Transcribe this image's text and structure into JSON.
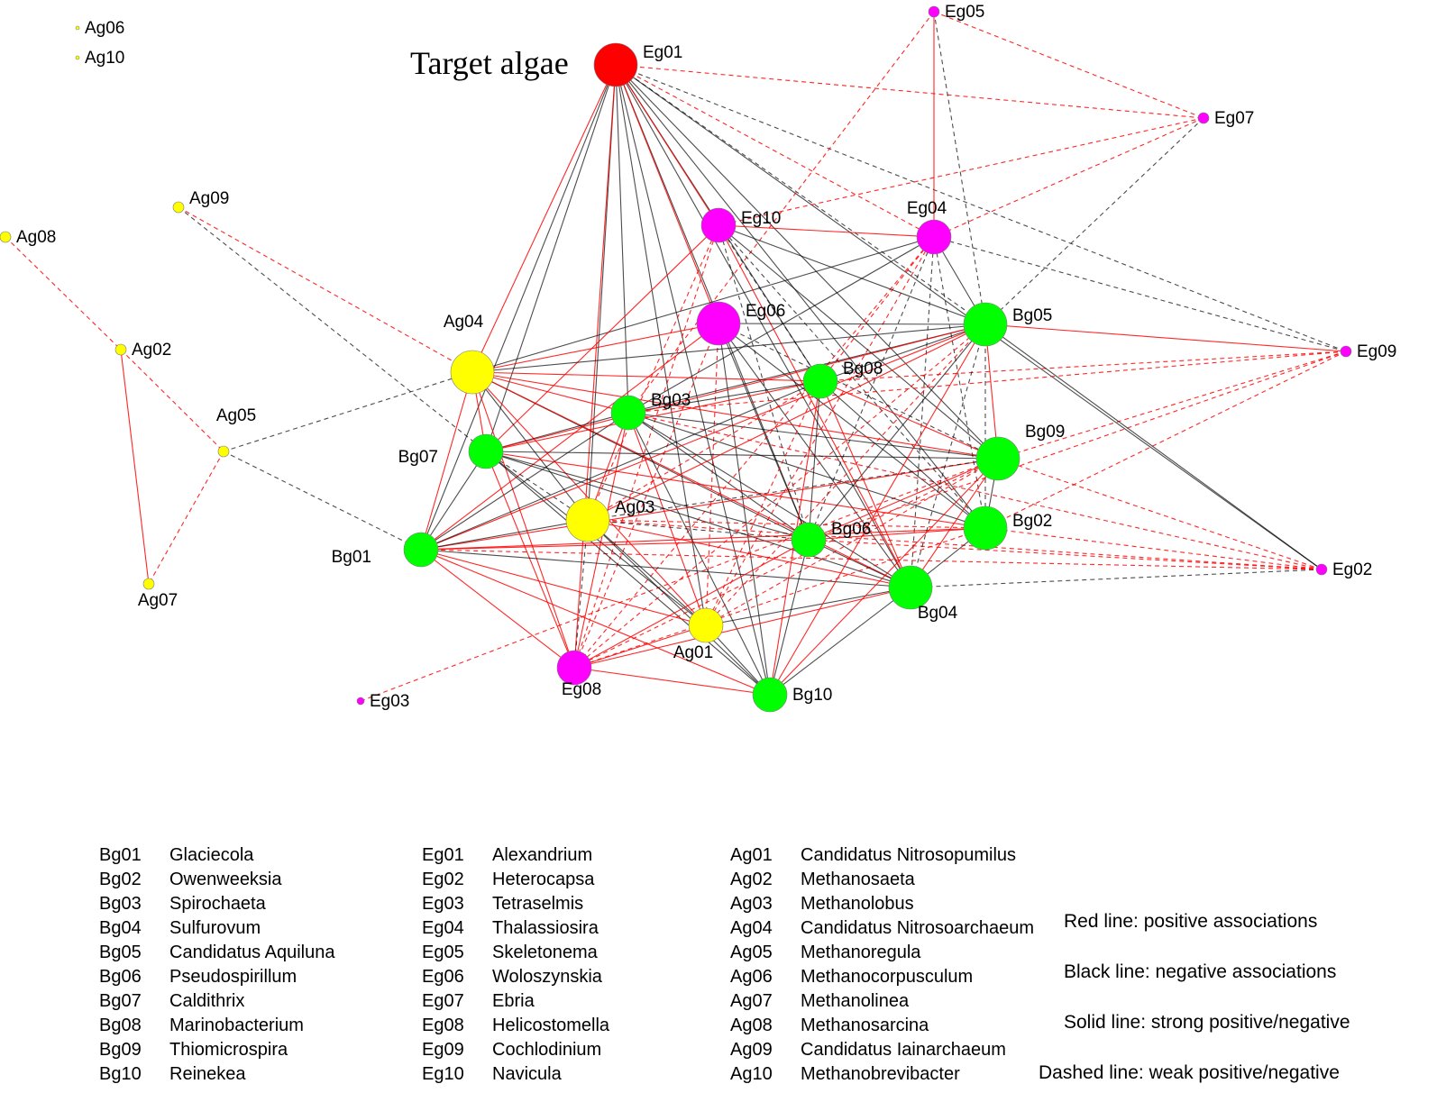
{
  "title_label": "Target algae",
  "colors": {
    "target": "#ff0000",
    "eukaryote": "#ff00ff",
    "bacteria": "#00ff00",
    "archaea": "#ffff00",
    "positive": "#ff0000",
    "negative": "#000000"
  },
  "nodes": [
    {
      "id": "Eg01",
      "group": "target",
      "size": "large"
    },
    {
      "id": "Eg02",
      "group": "eukaryote",
      "size": "small"
    },
    {
      "id": "Eg03",
      "group": "eukaryote",
      "size": "tiny"
    },
    {
      "id": "Eg04",
      "group": "eukaryote",
      "size": "medium"
    },
    {
      "id": "Eg05",
      "group": "eukaryote",
      "size": "small"
    },
    {
      "id": "Eg06",
      "group": "eukaryote",
      "size": "large"
    },
    {
      "id": "Eg07",
      "group": "eukaryote",
      "size": "small"
    },
    {
      "id": "Eg08",
      "group": "eukaryote",
      "size": "medium"
    },
    {
      "id": "Eg09",
      "group": "eukaryote",
      "size": "small"
    },
    {
      "id": "Eg10",
      "group": "eukaryote",
      "size": "medium"
    },
    {
      "id": "Bg01",
      "group": "bacteria",
      "size": "medium"
    },
    {
      "id": "Bg02",
      "group": "bacteria",
      "size": "large"
    },
    {
      "id": "Bg03",
      "group": "bacteria",
      "size": "medium"
    },
    {
      "id": "Bg04",
      "group": "bacteria",
      "size": "large"
    },
    {
      "id": "Bg05",
      "group": "bacteria",
      "size": "large"
    },
    {
      "id": "Bg06",
      "group": "bacteria",
      "size": "medium"
    },
    {
      "id": "Bg07",
      "group": "bacteria",
      "size": "medium"
    },
    {
      "id": "Bg08",
      "group": "bacteria",
      "size": "medium"
    },
    {
      "id": "Bg09",
      "group": "bacteria",
      "size": "large"
    },
    {
      "id": "Bg10",
      "group": "bacteria",
      "size": "medium"
    },
    {
      "id": "Ag01",
      "group": "archaea",
      "size": "medium"
    },
    {
      "id": "Ag02",
      "group": "archaea",
      "size": "small"
    },
    {
      "id": "Ag03",
      "group": "archaea",
      "size": "large"
    },
    {
      "id": "Ag04",
      "group": "archaea",
      "size": "large"
    },
    {
      "id": "Ag05",
      "group": "archaea",
      "size": "small"
    },
    {
      "id": "Ag06",
      "group": "archaea",
      "size": "dot"
    },
    {
      "id": "Ag07",
      "group": "archaea",
      "size": "small"
    },
    {
      "id": "Ag08",
      "group": "archaea",
      "size": "small"
    },
    {
      "id": "Ag09",
      "group": "archaea",
      "size": "small"
    },
    {
      "id": "Ag10",
      "group": "archaea",
      "size": "dot"
    }
  ],
  "edges": [
    [
      "Eg01",
      "Bg01",
      "neg",
      "solid"
    ],
    [
      "Eg01",
      "Bg03",
      "neg",
      "solid"
    ],
    [
      "Eg01",
      "Bg07",
      "neg",
      "solid"
    ],
    [
      "Eg01",
      "Ag03",
      "neg",
      "solid"
    ],
    [
      "Eg01",
      "Ag01",
      "neg",
      "solid"
    ],
    [
      "Eg01",
      "Bg06",
      "neg",
      "solid"
    ],
    [
      "Eg01",
      "Bg08",
      "neg",
      "solid"
    ],
    [
      "Eg01",
      "Bg02",
      "neg",
      "solid"
    ],
    [
      "Eg01",
      "Bg04",
      "neg",
      "solid"
    ],
    [
      "Eg01",
      "Bg10",
      "neg",
      "solid"
    ],
    [
      "Eg01",
      "Ag04",
      "pos",
      "solid"
    ],
    [
      "Eg01",
      "Eg10",
      "pos",
      "solid"
    ],
    [
      "Eg01",
      "Eg06",
      "pos",
      "solid"
    ],
    [
      "Eg01",
      "Bg09",
      "neg",
      "solid"
    ],
    [
      "Eg01",
      "Eg08",
      "pos",
      "solid"
    ],
    [
      "Eg01",
      "Bg05",
      "neg",
      "dashed"
    ],
    [
      "Eg01",
      "Eg04",
      "pos",
      "dashed"
    ],
    [
      "Eg01",
      "Eg09",
      "neg",
      "dashed"
    ],
    [
      "Eg01",
      "Eg07",
      "pos",
      "dashed"
    ],
    [
      "Eg01",
      "Eg02",
      "neg",
      "solid"
    ],
    [
      "Eg05",
      "Eg04",
      "pos",
      "solid"
    ],
    [
      "Eg05",
      "Eg07",
      "pos",
      "dashed"
    ],
    [
      "Eg05",
      "Bg05",
      "neg",
      "dashed"
    ],
    [
      "Eg05",
      "Bg03",
      "pos",
      "dashed"
    ],
    [
      "Eg07",
      "Eg04",
      "pos",
      "dashed"
    ],
    [
      "Eg07",
      "Bg05",
      "neg",
      "dashed"
    ],
    [
      "Eg07",
      "Eg10",
      "pos",
      "dashed"
    ],
    [
      "Eg04",
      "Eg09",
      "neg",
      "dashed"
    ],
    [
      "Eg04",
      "Bg05",
      "neg",
      "solid"
    ],
    [
      "Eg04",
      "Bg08",
      "pos",
      "dashed"
    ],
    [
      "Eg04",
      "Bg06",
      "neg",
      "dashed"
    ],
    [
      "Eg04",
      "Bg04",
      "neg",
      "dashed"
    ],
    [
      "Eg04",
      "Ag01",
      "pos",
      "dashed"
    ],
    [
      "Eg04",
      "Eg08",
      "pos",
      "dashed"
    ],
    [
      "Eg04",
      "Bg02",
      "neg",
      "dashed"
    ],
    [
      "Eg04",
      "Bg03",
      "neg",
      "solid"
    ],
    [
      "Eg04",
      "Ag04",
      "neg",
      "solid"
    ],
    [
      "Eg10",
      "Eg04",
      "pos",
      "solid"
    ],
    [
      "Eg10",
      "Bg05",
      "neg",
      "solid"
    ],
    [
      "Eg10",
      "Bg08",
      "neg",
      "dashed"
    ],
    [
      "Eg10",
      "Bg06",
      "neg",
      "dashed"
    ],
    [
      "Eg10",
      "Bg04",
      "pos",
      "solid"
    ],
    [
      "Eg10",
      "Bg09",
      "neg",
      "solid"
    ],
    [
      "Eg10",
      "Bg02",
      "neg",
      "dashed"
    ],
    [
      "Eg10",
      "Ag03",
      "pos",
      "dashed"
    ],
    [
      "Eg10",
      "Eg08",
      "pos",
      "dashed"
    ],
    [
      "Eg10",
      "Bg07",
      "pos",
      "solid"
    ],
    [
      "Eg06",
      "Bg05",
      "neg",
      "solid"
    ],
    [
      "Eg06",
      "Bg06",
      "neg",
      "solid"
    ],
    [
      "Eg06",
      "Bg04",
      "neg",
      "solid"
    ],
    [
      "Eg06",
      "Bg10",
      "neg",
      "solid"
    ],
    [
      "Eg06",
      "Ag01",
      "pos",
      "dashed"
    ],
    [
      "Eg06",
      "Eg08",
      "pos",
      "dashed"
    ],
    [
      "Eg06",
      "Bg01",
      "pos",
      "solid"
    ],
    [
      "Eg06",
      "Bg09",
      "neg",
      "dashed"
    ],
    [
      "Eg06",
      "Bg02",
      "neg",
      "solid"
    ],
    [
      "Eg06",
      "Ag04",
      "pos",
      "solid"
    ],
    [
      "Eg09",
      "Bg05",
      "pos",
      "solid"
    ],
    [
      "Eg09",
      "Bg08",
      "pos",
      "dashed"
    ],
    [
      "Eg09",
      "Bg09",
      "pos",
      "dashed"
    ],
    [
      "Eg09",
      "Bg03",
      "pos",
      "dashed"
    ],
    [
      "Eg09",
      "Bg06",
      "pos",
      "dashed"
    ],
    [
      "Eg09",
      "Bg02",
      "pos",
      "dashed"
    ],
    [
      "Eg02",
      "Bg09",
      "pos",
      "dashed"
    ],
    [
      "Eg02",
      "Bg05",
      "neg",
      "solid"
    ],
    [
      "Eg02",
      "Bg04",
      "neg",
      "dashed"
    ],
    [
      "Eg02",
      "Bg01",
      "pos",
      "dashed"
    ],
    [
      "Eg02",
      "Ag03",
      "pos",
      "dashed"
    ],
    [
      "Eg02",
      "Bg06",
      "pos",
      "dashed"
    ],
    [
      "Eg02",
      "Bg02",
      "pos",
      "dashed"
    ],
    [
      "Eg02",
      "Bg03",
      "pos",
      "dashed"
    ],
    [
      "Eg03",
      "Bg09",
      "pos",
      "dashed"
    ],
    [
      "Ag09",
      "Ag04",
      "pos",
      "dashed"
    ],
    [
      "Ag09",
      "Bg07",
      "neg",
      "dashed"
    ],
    [
      "Ag08",
      "Ag02",
      "pos",
      "dashed"
    ],
    [
      "Ag02",
      "Ag05",
      "pos",
      "dashed"
    ],
    [
      "Ag02",
      "Ag07",
      "pos",
      "solid"
    ],
    [
      "Ag05",
      "Ag07",
      "pos",
      "dashed"
    ],
    [
      "Ag05",
      "Ag04",
      "neg",
      "dashed"
    ],
    [
      "Ag05",
      "Bg01",
      "neg",
      "dashed"
    ],
    [
      "Ag04",
      "Bg01",
      "pos",
      "solid"
    ],
    [
      "Ag04",
      "Bg07",
      "pos",
      "solid"
    ],
    [
      "Ag04",
      "Bg05",
      "neg",
      "solid"
    ],
    [
      "Ag04",
      "Bg08",
      "pos",
      "solid"
    ],
    [
      "Ag04",
      "Bg09",
      "pos",
      "solid"
    ],
    [
      "Ag04",
      "Bg03",
      "pos",
      "solid"
    ],
    [
      "Ag04",
      "Bg06",
      "neg",
      "solid"
    ],
    [
      "Ag04",
      "Ag03",
      "neg",
      "solid"
    ],
    [
      "Ag04",
      "Ag01",
      "pos",
      "solid"
    ],
    [
      "Ag04",
      "Bg04",
      "pos",
      "solid"
    ],
    [
      "Ag04",
      "Eg08",
      "pos",
      "solid"
    ],
    [
      "Bg03",
      "Bg05",
      "neg",
      "solid"
    ],
    [
      "Bg03",
      "Bg08",
      "neg",
      "solid"
    ],
    [
      "Bg03",
      "Bg09",
      "neg",
      "solid"
    ],
    [
      "Bg03",
      "Bg02",
      "neg",
      "solid"
    ],
    [
      "Bg03",
      "Bg04",
      "neg",
      "solid"
    ],
    [
      "Bg03",
      "Bg06",
      "neg",
      "solid"
    ],
    [
      "Bg03",
      "Ag03",
      "pos",
      "solid"
    ],
    [
      "Bg03",
      "Ag01",
      "pos",
      "solid"
    ],
    [
      "Bg03",
      "Bg01",
      "neg",
      "solid"
    ],
    [
      "Bg03",
      "Bg07",
      "neg",
      "solid"
    ],
    [
      "Bg03",
      "Eg08",
      "pos",
      "solid"
    ],
    [
      "Bg03",
      "Bg10",
      "neg",
      "solid"
    ],
    [
      "Bg07",
      "Bg05",
      "pos",
      "solid"
    ],
    [
      "Bg07",
      "Bg08",
      "pos",
      "solid"
    ],
    [
      "Bg07",
      "Bg09",
      "neg",
      "solid"
    ],
    [
      "Bg07",
      "Bg02",
      "pos",
      "solid"
    ],
    [
      "Bg07",
      "Bg04",
      "neg",
      "solid"
    ],
    [
      "Bg07",
      "Bg06",
      "neg",
      "solid"
    ],
    [
      "Bg07",
      "Ag03",
      "neg",
      "dashed"
    ],
    [
      "Bg07",
      "Ag01",
      "neg",
      "solid"
    ],
    [
      "Bg07",
      "Bg01",
      "neg",
      "solid"
    ],
    [
      "Bg07",
      "Eg08",
      "pos",
      "solid"
    ],
    [
      "Bg07",
      "Bg10",
      "neg",
      "solid"
    ],
    [
      "Bg01",
      "Bg05",
      "pos",
      "solid"
    ],
    [
      "Bg01",
      "Bg08",
      "neg",
      "solid"
    ],
    [
      "Bg01",
      "Bg09",
      "pos",
      "solid"
    ],
    [
      "Bg01",
      "Bg02",
      "pos",
      "solid"
    ],
    [
      "Bg01",
      "Bg04",
      "neg",
      "solid"
    ],
    [
      "Bg01",
      "Bg06",
      "pos",
      "solid"
    ],
    [
      "Bg01",
      "Ag03",
      "neg",
      "solid"
    ],
    [
      "Bg01",
      "Ag01",
      "pos",
      "solid"
    ],
    [
      "Bg01",
      "Eg08",
      "pos",
      "solid"
    ],
    [
      "Bg01",
      "Bg10",
      "pos",
      "solid"
    ],
    [
      "Ag03",
      "Bg05",
      "pos",
      "solid"
    ],
    [
      "Ag03",
      "Bg08",
      "pos",
      "dashed"
    ],
    [
      "Ag03",
      "Bg09",
      "neg",
      "dashed"
    ],
    [
      "Ag03",
      "Bg02",
      "pos",
      "dashed"
    ],
    [
      "Ag03",
      "Bg06",
      "neg",
      "dashed"
    ],
    [
      "Ag03",
      "Bg04",
      "pos",
      "solid"
    ],
    [
      "Ag03",
      "Ag01",
      "neg",
      "solid"
    ],
    [
      "Ag03",
      "Eg08",
      "neg",
      "dashed"
    ],
    [
      "Ag03",
      "Bg10",
      "neg",
      "solid"
    ],
    [
      "Ag01",
      "Bg05",
      "pos",
      "dashed"
    ],
    [
      "Ag01",
      "Bg08",
      "pos",
      "dashed"
    ],
    [
      "Ag01",
      "Bg09",
      "pos",
      "dashed"
    ],
    [
      "Ag01",
      "Bg04",
      "neg",
      "solid"
    ],
    [
      "Ag01",
      "Eg08",
      "pos",
      "solid"
    ],
    [
      "Ag01",
      "Bg10",
      "neg",
      "solid"
    ],
    [
      "Eg08",
      "Bg09",
      "pos",
      "dashed"
    ],
    [
      "Eg08",
      "Bg02",
      "pos",
      "dashed"
    ],
    [
      "Eg08",
      "Bg05",
      "pos",
      "dashed"
    ],
    [
      "Eg08",
      "Bg10",
      "pos",
      "solid"
    ],
    [
      "Eg08",
      "Bg06",
      "pos",
      "solid"
    ],
    [
      "Bg06",
      "Bg05",
      "neg",
      "solid"
    ],
    [
      "Bg06",
      "Bg08",
      "neg",
      "solid"
    ],
    [
      "Bg06",
      "Bg09",
      "pos",
      "solid"
    ],
    [
      "Bg06",
      "Bg02",
      "pos",
      "solid"
    ],
    [
      "Bg06",
      "Bg04",
      "neg",
      "solid"
    ],
    [
      "Bg06",
      "Bg10",
      "neg",
      "solid"
    ],
    [
      "Bg08",
      "Bg05",
      "neg",
      "solid"
    ],
    [
      "Bg08",
      "Bg09",
      "pos",
      "solid"
    ],
    [
      "Bg08",
      "Bg02",
      "neg",
      "solid"
    ],
    [
      "Bg08",
      "Bg04",
      "pos",
      "solid"
    ],
    [
      "Bg08",
      "Bg10",
      "pos",
      "solid"
    ],
    [
      "Bg05",
      "Bg09",
      "pos",
      "solid"
    ],
    [
      "Bg05",
      "Bg02",
      "neg",
      "dashed"
    ],
    [
      "Bg05",
      "Bg04",
      "neg",
      "dashed"
    ],
    [
      "Bg05",
      "Bg10",
      "pos",
      "solid"
    ],
    [
      "Bg09",
      "Bg02",
      "neg",
      "solid"
    ],
    [
      "Bg09",
      "Bg04",
      "pos",
      "solid"
    ],
    [
      "Bg09",
      "Bg10",
      "pos",
      "solid"
    ],
    [
      "Bg02",
      "Bg04",
      "neg",
      "solid"
    ],
    [
      "Bg04",
      "Bg10",
      "neg",
      "solid"
    ],
    [
      "Bg04",
      "Eg08",
      "pos",
      "solid"
    ]
  ],
  "legend": {
    "bacteria": [
      {
        "code": "Bg01",
        "name": "Glaciecola"
      },
      {
        "code": "Bg02",
        "name": "Owenweeksia"
      },
      {
        "code": "Bg03",
        "name": "Spirochaeta"
      },
      {
        "code": "Bg04",
        "name": "Sulfurovum"
      },
      {
        "code": "Bg05",
        "name": "Candidatus Aquiluna"
      },
      {
        "code": "Bg06",
        "name": "Pseudospirillum"
      },
      {
        "code": "Bg07",
        "name": "Caldithrix"
      },
      {
        "code": "Bg08",
        "name": "Marinobacterium"
      },
      {
        "code": "Bg09",
        "name": "Thiomicrospira"
      },
      {
        "code": "Bg10",
        "name": "Reinekea"
      }
    ],
    "eukaryotes": [
      {
        "code": "Eg01",
        "name": "Alexandrium"
      },
      {
        "code": "Eg02",
        "name": "Heterocapsa"
      },
      {
        "code": "Eg03",
        "name": "Tetraselmis"
      },
      {
        "code": "Eg04",
        "name": "Thalassiosira"
      },
      {
        "code": "Eg05",
        "name": "Skeletonema"
      },
      {
        "code": "Eg06",
        "name": "Woloszynskia"
      },
      {
        "code": "Eg07",
        "name": "Ebria"
      },
      {
        "code": "Eg08",
        "name": "Helicostomella"
      },
      {
        "code": "Eg09",
        "name": "Cochlodinium"
      },
      {
        "code": "Eg10",
        "name": "Navicula"
      }
    ],
    "archaea": [
      {
        "code": "Ag01",
        "name": "Candidatus Nitrosopumilus"
      },
      {
        "code": "Ag02",
        "name": "Methanosaeta"
      },
      {
        "code": "Ag03",
        "name": "Methanolobus"
      },
      {
        "code": "Ag04",
        "name": "Candidatus Nitrosoarchaeum"
      },
      {
        "code": "Ag05",
        "name": "Methanoregula"
      },
      {
        "code": "Ag06",
        "name": "Methanocorpusculum"
      },
      {
        "code": "Ag07",
        "name": "Methanolinea"
      },
      {
        "code": "Ag08",
        "name": "Methanosarcina"
      },
      {
        "code": "Ag09",
        "name": "Candidatus Iainarchaeum"
      },
      {
        "code": "Ag10",
        "name": "Methanobrevibacter"
      }
    ]
  },
  "line_legend": {
    "red": "Red line: positive associations",
    "black": "Black line: negative associations",
    "solid": "Solid line: strong positive/negative",
    "dashed": "Dashed line: weak positive/negative"
  }
}
